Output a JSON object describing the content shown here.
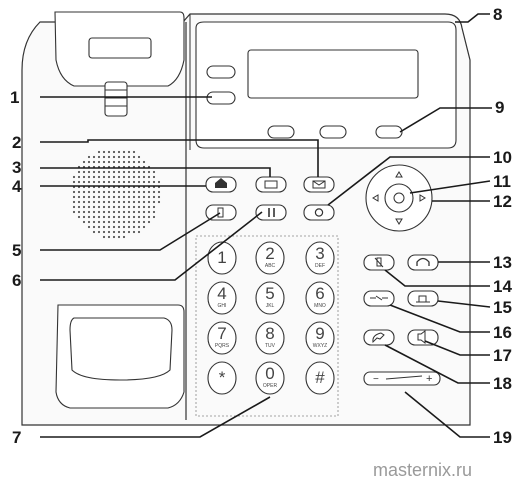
{
  "callouts": [
    "1",
    "2",
    "3",
    "4",
    "5",
    "6",
    "7",
    "8",
    "9",
    "10",
    "11",
    "12",
    "13",
    "14",
    "15",
    "16",
    "17",
    "18",
    "19"
  ],
  "keypad": [
    {
      "digit": "1",
      "letters": ""
    },
    {
      "digit": "2",
      "letters": "ABC"
    },
    {
      "digit": "3",
      "letters": "DEF"
    },
    {
      "digit": "4",
      "letters": "GHI"
    },
    {
      "digit": "5",
      "letters": "JKL"
    },
    {
      "digit": "6",
      "letters": "MNO"
    },
    {
      "digit": "7",
      "letters": "PQRS"
    },
    {
      "digit": "8",
      "letters": "TUV"
    },
    {
      "digit": "9",
      "letters": "WXYZ"
    },
    {
      "digit": "*",
      "letters": ""
    },
    {
      "digit": "0",
      "letters": "OPER"
    },
    {
      "digit": "#",
      "letters": ""
    }
  ],
  "volume": {
    "minus": "−",
    "plus": "+"
  },
  "watermark": "masternix.ru",
  "icons": [
    "home-icon",
    "screen-icon",
    "envelope-icon",
    "hold-icon",
    "pause-icon",
    "redial-icon",
    "mute-icon",
    "headset-icon",
    "conference-icon",
    "transfer-icon",
    "handset-icon",
    "speaker-icon",
    "nav-ok-icon"
  ]
}
